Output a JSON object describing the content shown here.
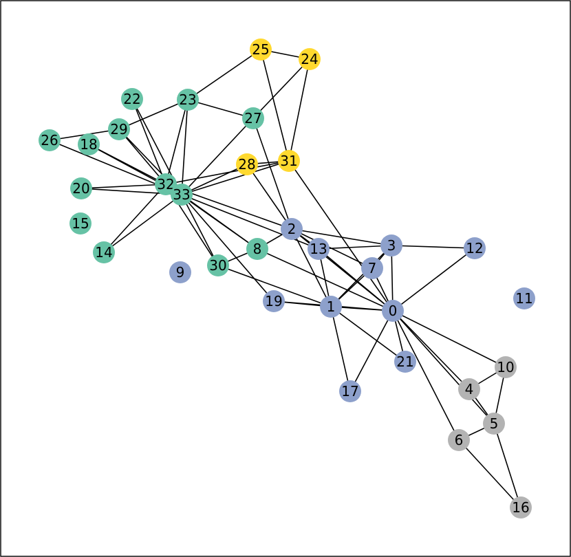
{
  "graph": {
    "groups": {
      "blue": {
        "color": "#8DA0CB"
      },
      "green": {
        "color": "#66C2A5"
      },
      "yellow": {
        "color": "#FFD92F"
      },
      "gray": {
        "color": "#B3B3B3"
      }
    },
    "nodes": [
      {
        "id": "0",
        "label": "0",
        "group": "blue"
      },
      {
        "id": "1",
        "label": "1",
        "group": "blue"
      },
      {
        "id": "2",
        "label": "2",
        "group": "blue"
      },
      {
        "id": "3",
        "label": "3",
        "group": "blue"
      },
      {
        "id": "4",
        "label": "4",
        "group": "gray"
      },
      {
        "id": "5",
        "label": "5",
        "group": "gray"
      },
      {
        "id": "6",
        "label": "6",
        "group": "gray"
      },
      {
        "id": "7",
        "label": "7",
        "group": "blue"
      },
      {
        "id": "8",
        "label": "8",
        "group": "green"
      },
      {
        "id": "9",
        "label": "9",
        "group": "blue"
      },
      {
        "id": "10",
        "label": "10",
        "group": "gray"
      },
      {
        "id": "11",
        "label": "11",
        "group": "blue"
      },
      {
        "id": "12",
        "label": "12",
        "group": "blue"
      },
      {
        "id": "13",
        "label": "13",
        "group": "blue"
      },
      {
        "id": "14",
        "label": "14",
        "group": "green"
      },
      {
        "id": "15",
        "label": "15",
        "group": "green"
      },
      {
        "id": "16",
        "label": "16",
        "group": "gray"
      },
      {
        "id": "17",
        "label": "17",
        "group": "blue"
      },
      {
        "id": "18",
        "label": "18",
        "group": "green"
      },
      {
        "id": "19",
        "label": "19",
        "group": "blue"
      },
      {
        "id": "20",
        "label": "20",
        "group": "green"
      },
      {
        "id": "21",
        "label": "21",
        "group": "blue"
      },
      {
        "id": "22",
        "label": "22",
        "group": "green"
      },
      {
        "id": "23",
        "label": "23",
        "group": "green"
      },
      {
        "id": "24",
        "label": "24",
        "group": "yellow"
      },
      {
        "id": "25",
        "label": "25",
        "group": "yellow"
      },
      {
        "id": "26",
        "label": "26",
        "group": "green"
      },
      {
        "id": "27",
        "label": "27",
        "group": "green"
      },
      {
        "id": "28",
        "label": "28",
        "group": "yellow"
      },
      {
        "id": "29",
        "label": "29",
        "group": "green"
      },
      {
        "id": "30",
        "label": "30",
        "group": "green"
      },
      {
        "id": "31",
        "label": "31",
        "group": "yellow"
      },
      {
        "id": "32",
        "label": "32",
        "group": "green"
      },
      {
        "id": "33",
        "label": "33",
        "group": "green"
      }
    ],
    "edges": [
      [
        "0",
        "1"
      ],
      [
        "0",
        "2"
      ],
      [
        "0",
        "3"
      ],
      [
        "0",
        "4"
      ],
      [
        "0",
        "5"
      ],
      [
        "0",
        "6"
      ],
      [
        "0",
        "7"
      ],
      [
        "0",
        "8"
      ],
      [
        "0",
        "10"
      ],
      [
        "0",
        "12"
      ],
      [
        "0",
        "13"
      ],
      [
        "0",
        "17"
      ],
      [
        "0",
        "19"
      ],
      [
        "0",
        "21"
      ],
      [
        "0",
        "31"
      ],
      [
        "1",
        "2"
      ],
      [
        "1",
        "3"
      ],
      [
        "1",
        "7"
      ],
      [
        "1",
        "13"
      ],
      [
        "1",
        "17"
      ],
      [
        "1",
        "19"
      ],
      [
        "1",
        "21"
      ],
      [
        "1",
        "30"
      ],
      [
        "2",
        "3"
      ],
      [
        "2",
        "7"
      ],
      [
        "2",
        "8"
      ],
      [
        "2",
        "13"
      ],
      [
        "2",
        "27"
      ],
      [
        "2",
        "28"
      ],
      [
        "2",
        "32"
      ],
      [
        "3",
        "7"
      ],
      [
        "3",
        "12"
      ],
      [
        "3",
        "13"
      ],
      [
        "4",
        "10"
      ],
      [
        "4",
        "5"
      ],
      [
        "5",
        "6"
      ],
      [
        "5",
        "10"
      ],
      [
        "5",
        "16"
      ],
      [
        "6",
        "16"
      ],
      [
        "8",
        "30"
      ],
      [
        "8",
        "32"
      ],
      [
        "8",
        "33"
      ],
      [
        "13",
        "33"
      ],
      [
        "14",
        "32"
      ],
      [
        "14",
        "33"
      ],
      [
        "19",
        "33"
      ],
      [
        "20",
        "32"
      ],
      [
        "20",
        "33"
      ],
      [
        "22",
        "32"
      ],
      [
        "22",
        "33"
      ],
      [
        "23",
        "25"
      ],
      [
        "23",
        "27"
      ],
      [
        "23",
        "29"
      ],
      [
        "23",
        "32"
      ],
      [
        "23",
        "33"
      ],
      [
        "24",
        "25"
      ],
      [
        "24",
        "27"
      ],
      [
        "24",
        "31"
      ],
      [
        "25",
        "31"
      ],
      [
        "26",
        "29"
      ],
      [
        "26",
        "33"
      ],
      [
        "27",
        "33"
      ],
      [
        "28",
        "31"
      ],
      [
        "28",
        "33"
      ],
      [
        "29",
        "32"
      ],
      [
        "29",
        "33"
      ],
      [
        "30",
        "32"
      ],
      [
        "30",
        "33"
      ],
      [
        "31",
        "32"
      ],
      [
        "31",
        "33"
      ],
      [
        "32",
        "33"
      ],
      [
        "18",
        "32"
      ],
      [
        "18",
        "33"
      ]
    ]
  }
}
